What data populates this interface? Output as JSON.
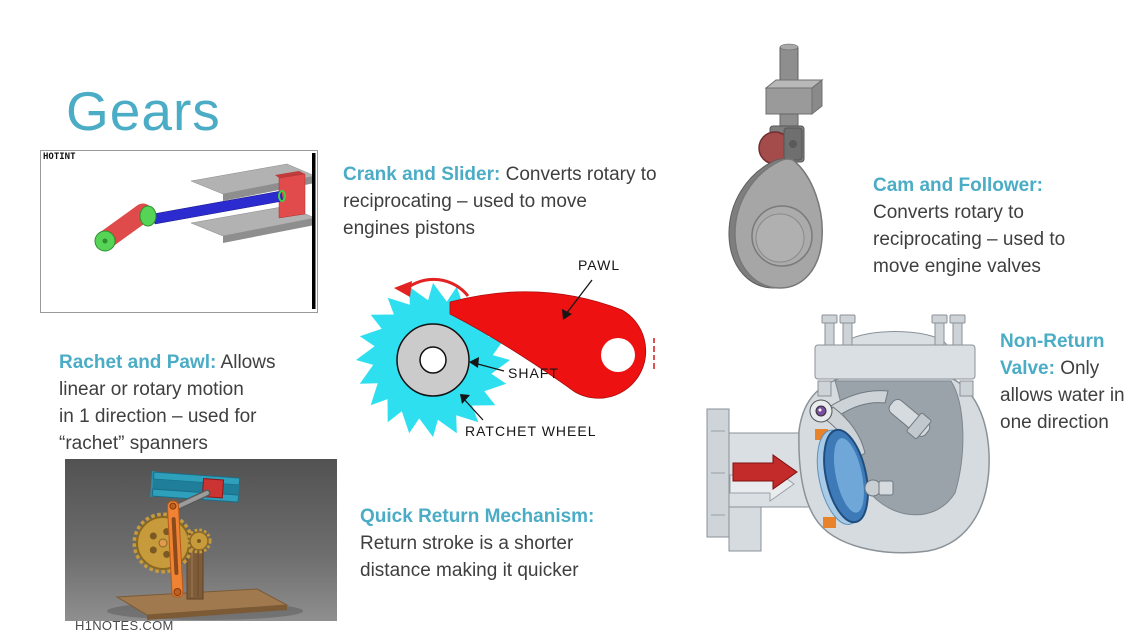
{
  "slide": {
    "title": "Gears",
    "footer": "H1NOTES.COM",
    "accent_color": "#4bacc6",
    "body_color": "#3f3f3f"
  },
  "crank_slider": {
    "heading": "Crank and Slider:",
    "line0_rest": " Converts rotary to",
    "lines": [
      "reciprocating – used to move",
      "engines pistons"
    ],
    "image_watermark": "HOTINT"
  },
  "cam_follower": {
    "heading": "Cam and Follower:",
    "lines": [
      "Converts rotary to",
      "reciprocating – used to",
      "move engine valves"
    ]
  },
  "ratchet_pawl": {
    "heading": "Rachet and Pawl:",
    "line0_rest": " Allows",
    "lines": [
      "linear or rotary motion",
      "in 1 direction – used for",
      "“rachet” spanners"
    ],
    "diagram_labels": {
      "pawl": "PAWL",
      "shaft": "SHAFT",
      "wheel": "RATCHET WHEEL"
    },
    "wheel_color": "#2edff0",
    "pawl_color": "#ee1111"
  },
  "quick_return": {
    "heading": "Quick Return Mechanism:",
    "lines": [
      "Return stroke is a shorter",
      "distance making it quicker"
    ]
  },
  "non_return_valve": {
    "heading": "Non-Return Valve:",
    "body": " Only allows water in one direction"
  }
}
